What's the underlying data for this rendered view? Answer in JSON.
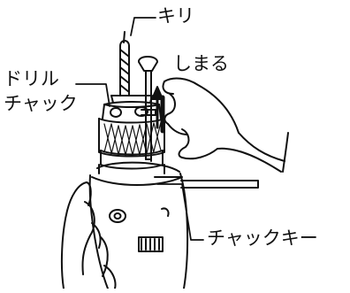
{
  "labels": {
    "drill_bit": "キリ",
    "drill_chuck_line1": "ドリル",
    "drill_chuck_line2": "チャック",
    "tighten": "しまる",
    "chuck_key": "チャックキー"
  }
}
